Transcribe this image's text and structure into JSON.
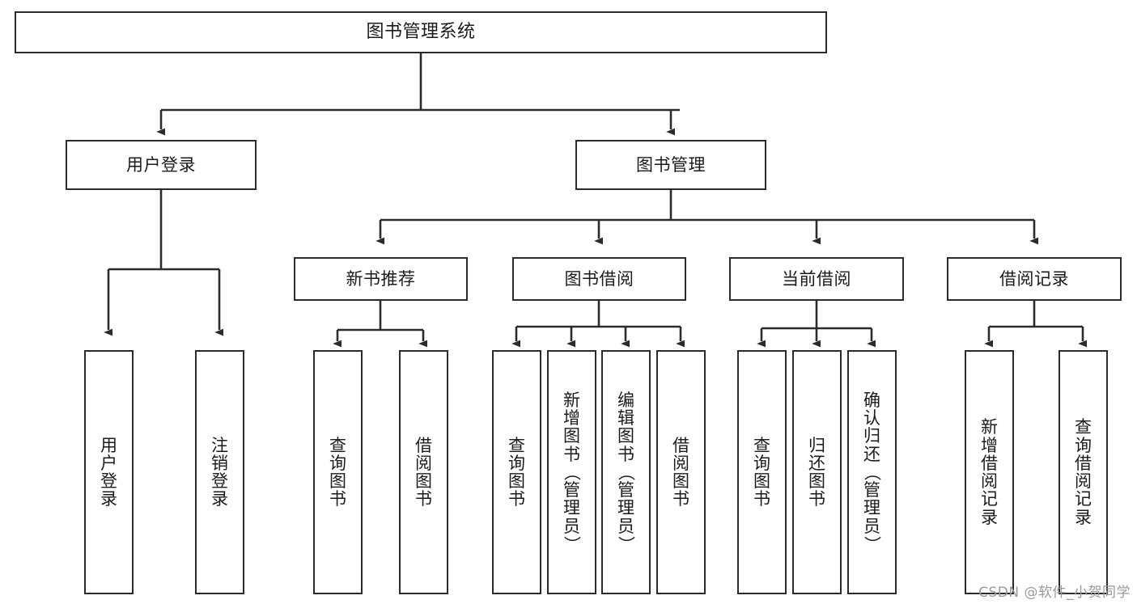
{
  "diagram": {
    "title": "图书管理系统",
    "type": "functional-structure-tree",
    "watermark": "CSDN @软件_小贺同学",
    "colors": {
      "box_border": "#2b2b2b",
      "box_fill": "#ffffff",
      "edge": "#2b2b2b",
      "text": "#1b1b1b",
      "watermark": "#9a9a9a",
      "background": "#ffffff"
    },
    "root": {
      "label": "图书管理系统"
    },
    "level2": [
      {
        "label": "用户登录"
      },
      {
        "label": "图书管理"
      }
    ],
    "level3": [
      {
        "label": "新书推荐"
      },
      {
        "label": "图书借阅"
      },
      {
        "label": "当前借阅"
      },
      {
        "label": "借阅记录"
      }
    ],
    "leaves": {
      "user_login": [
        {
          "label": "用户登录"
        },
        {
          "label": "注销登录"
        }
      ],
      "new_book_recommend": [
        {
          "label": "查询图书"
        },
        {
          "label": "借阅图书"
        }
      ],
      "book_borrow": [
        {
          "label": "查询图书"
        },
        {
          "label": "新增图书（管理员）"
        },
        {
          "label": "编辑图书（管理员）"
        },
        {
          "label": "借阅图书"
        }
      ],
      "current_borrow": [
        {
          "label": "查询图书"
        },
        {
          "label": "归还图书"
        },
        {
          "label": "确认归还（管理员）"
        }
      ],
      "borrow_record": [
        {
          "label": "新增借阅记录"
        },
        {
          "label": "查询借阅记录"
        }
      ]
    }
  }
}
